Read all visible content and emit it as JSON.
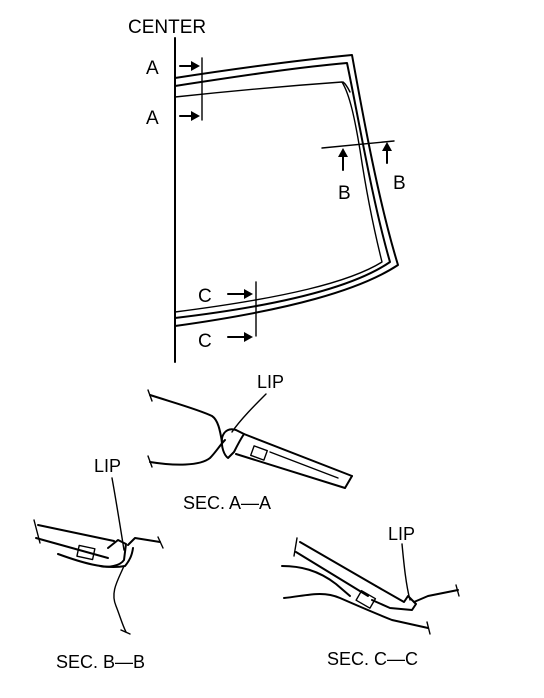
{
  "labels": {
    "center": "CENTER",
    "a": "A",
    "b": "B",
    "c": "C",
    "lip": "LIP",
    "sec_a": "SEC. A—A",
    "sec_b": "SEC. B—B",
    "sec_c": "SEC. C—C"
  },
  "colors": {
    "ink": "#000000",
    "paper": "#ffffff"
  }
}
